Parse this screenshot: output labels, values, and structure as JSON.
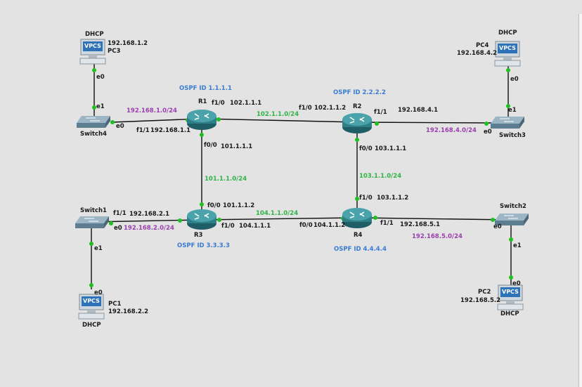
{
  "routers": {
    "r1": {
      "name": "R1",
      "ospf": "OSPF ID 1.1.1.1"
    },
    "r2": {
      "name": "R2",
      "ospf": "OSPF ID 2.2.2.2"
    },
    "r3": {
      "name": "R3",
      "ospf": "OSPF ID 3.3.3.3"
    },
    "r4": {
      "name": "R4",
      "ospf": "OSPF ID 4.4.4.4"
    }
  },
  "switches": {
    "s1": "Switch1",
    "s2": "Switch2",
    "s3": "Switch3",
    "s4": "Switch4"
  },
  "pcs": {
    "pc1": {
      "name": "PC1",
      "ip": "192.168.2.2",
      "mode": "DHCP",
      "badge": "VPCS"
    },
    "pc2": {
      "name": "PC2",
      "ip": "192.168.5.2",
      "mode": "DHCP",
      "badge": "VPCS"
    },
    "pc3": {
      "name": "PC3",
      "ip": "192.168.1.2",
      "mode": "DHCP",
      "badge": "VPCS"
    },
    "pc4": {
      "name": "PC4",
      "ip": "192.168.4.2",
      "mode": "DHCP",
      "badge": "VPCS"
    }
  },
  "subnets": {
    "n1": "102.1.1.0/24",
    "n2": "101.1.1.0/24",
    "n3": "103.1.1.0/24",
    "n4": "104.1.1.0/24",
    "l1": "192.168.1.0/24",
    "l2": "192.168.2.0/24",
    "l4": "192.168.4.0/24",
    "l5": "192.168.5.0/24"
  },
  "ports": {
    "r1_f10": "f1/0",
    "r1_f10_ip": "102.1.1.1",
    "r1_f11": "f1/1",
    "r1_f11_ip": "192.168.1.1",
    "r1_f00": "f0/0",
    "r1_f00_ip": "101.1.1.1",
    "r2_f10": "f1/0",
    "r2_f10_ip": "102.1.1.2",
    "r2_f11": "f1/1",
    "r2_f11_ip": "192.168.4.1",
    "r2_f00": "f0/0",
    "r2_f00_ip": "103.1.1.1",
    "r3_f00": "f0/0",
    "r3_f00_ip": "101.1.1.2",
    "r3_f11": "f1/1",
    "r3_f11_ip": "192.168.2.1",
    "r3_f10": "f1/0",
    "r3_f10_ip": "104.1.1.1",
    "r4_f10": "f1/0",
    "r4_f10_ip": "103.1.1.2",
    "r4_f00": "f0/0",
    "r4_f00_ip": "104.1.1.2",
    "r4_f11": "f1/1",
    "r4_f11_ip": "192.168.5.1",
    "e0": "e0",
    "e1": "e1"
  },
  "colors": {
    "ospf": "#3a7bd5",
    "lan": "#9a3fb0",
    "wan": "#2fb344",
    "link_dot": "#1fbf1f",
    "router": "#2f7f86",
    "switch": "#6f8fa3"
  }
}
